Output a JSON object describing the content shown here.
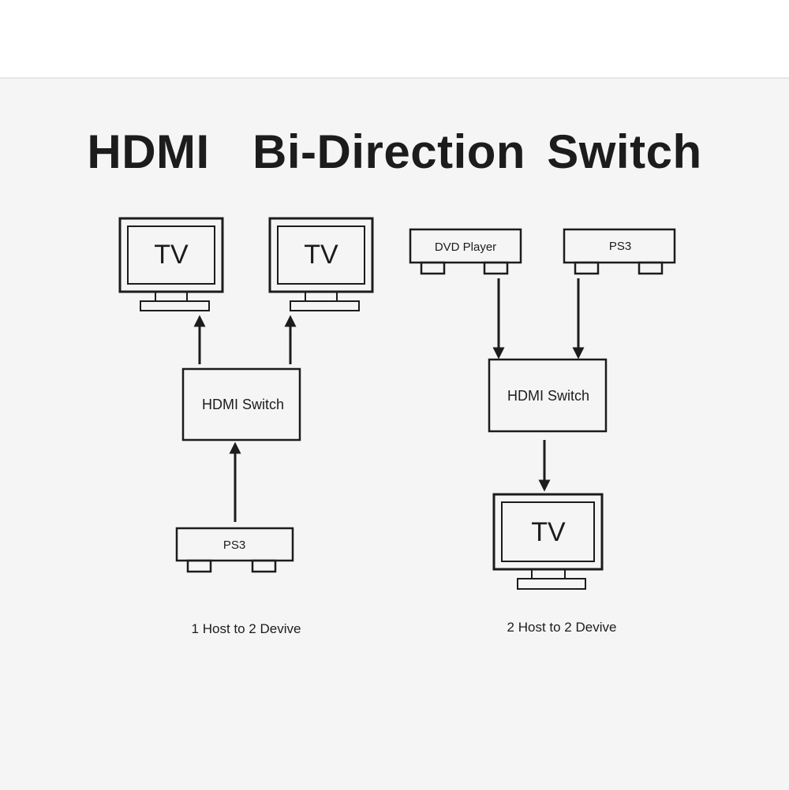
{
  "title": "HDMI  Bi-Direction Switch",
  "left_diagram": {
    "tv_1": "TV",
    "tv_2": "TV",
    "switch": "HDMI Switch",
    "source": "PS3",
    "caption": "1 Host to 2 Devive"
  },
  "right_diagram": {
    "source_1": "DVD Player",
    "source_2": "PS3",
    "switch": "HDMI Switch",
    "tv": "TV",
    "caption": "2 Host to 2 Devive"
  },
  "colors": {
    "background": "#f5f5f5",
    "ink": "#1c1c1c"
  }
}
